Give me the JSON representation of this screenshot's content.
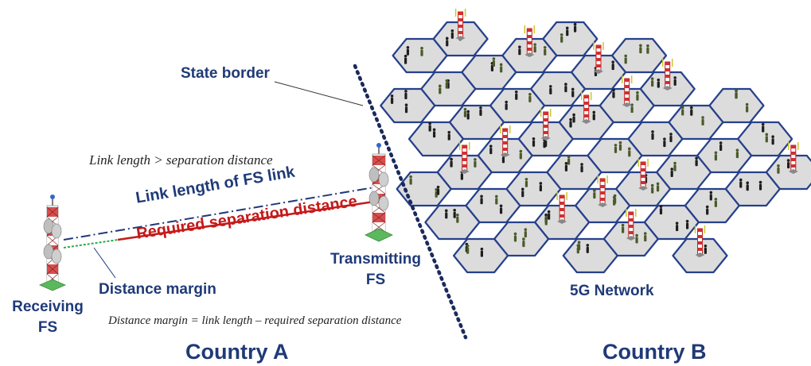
{
  "labels": {
    "state_border": "State border",
    "inequality": "Link length > separation distance",
    "link_length": "Link length of FS link",
    "required_separation": "Required separation distance",
    "transmitting_fs_line1": "Transmitting",
    "transmitting_fs_line2": "FS",
    "distance_margin": "Distance margin",
    "receiving_fs_line1": "Receiving",
    "receiving_fs_line2": "FS",
    "margin_formula": "Distance margin = link length – required separation distance",
    "network": "5G Network",
    "country_a": "Country A",
    "country_b": "Country B"
  },
  "colors": {
    "label_blue": "#1f3a78",
    "separation_red": "#c41a1a",
    "margin_green": "#2fa84a",
    "border_navy": "#1b2a5c",
    "hex_fill": "#dcdcdc",
    "hex_stroke": "#26408b",
    "tower_red": "#d32f2f",
    "ground_green": "#5cb85c"
  }
}
